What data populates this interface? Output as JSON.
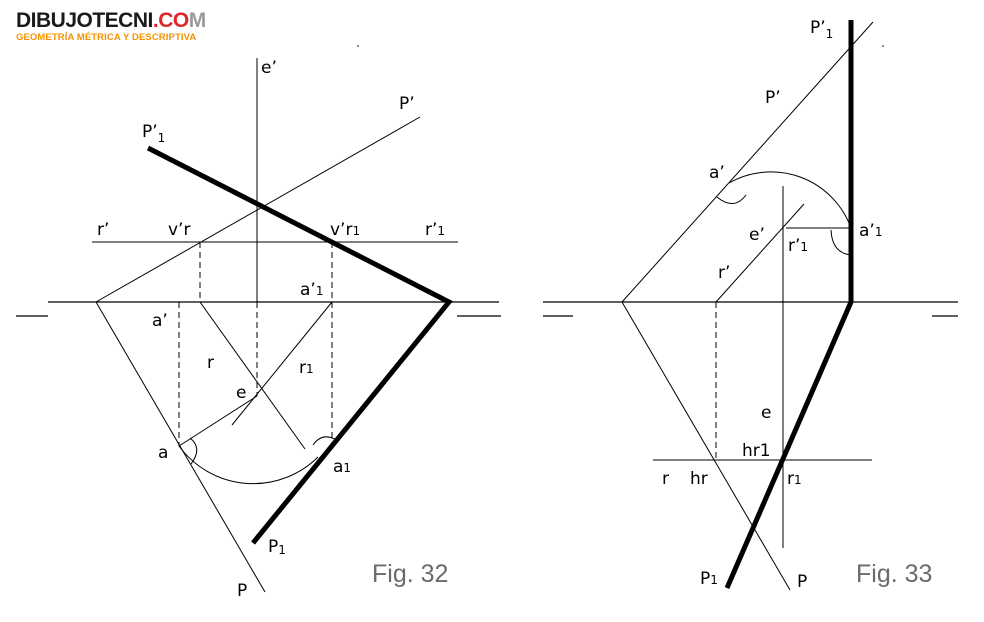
{
  "brand": {
    "name_part1": "DIBUJOTECNI",
    "name_part2": ".CO",
    "name_part3": "M",
    "subtitle": "GEOMETRÍA MÉTRICA Y DESCRIPTIVA",
    "colors": {
      "dark": "#1b1b1b",
      "red": "#e0262b",
      "grey": "#9a9a9a",
      "orange": "#f39200"
    }
  },
  "fig32": {
    "caption": "Fig. 32",
    "labels": {
      "e_prime": "e’",
      "p_prime": "P’",
      "p1_prime": "P’",
      "p1_prime_sub": "1",
      "r_prime": "r’",
      "vr_prime": "v’r",
      "vr1_prime": "v’r",
      "vr1_prime_sub": "1",
      "r1_prime": "r’",
      "r1_prime_sub": "1",
      "a1_prime": "a’",
      "a1_prime_sub": "1",
      "a_prime": "a’",
      "r": "r",
      "r1": "r",
      "r1_sub": "1",
      "e": "e",
      "a": "a",
      "a1": "a",
      "a1_sub": "1",
      "p1": "P",
      "p1_sub": "1",
      "p": "P"
    }
  },
  "fig33": {
    "caption": "Fig. 33",
    "labels": {
      "p1_prime": "P’",
      "p1_prime_sub": "1",
      "p_prime": "P’",
      "a_prime": "a’",
      "e_prime": "e’",
      "r1_prime": "r’",
      "r1_prime_sub": "1",
      "a1_prime": "a’",
      "a1_prime_sub": "1",
      "r_prime": "r’",
      "e": "e",
      "hr1": "hr1",
      "r": "r",
      "hr": "hr",
      "r1": "r",
      "r1_sub": "1",
      "p1": "P",
      "p1_sub": "1",
      "p": "P"
    }
  }
}
